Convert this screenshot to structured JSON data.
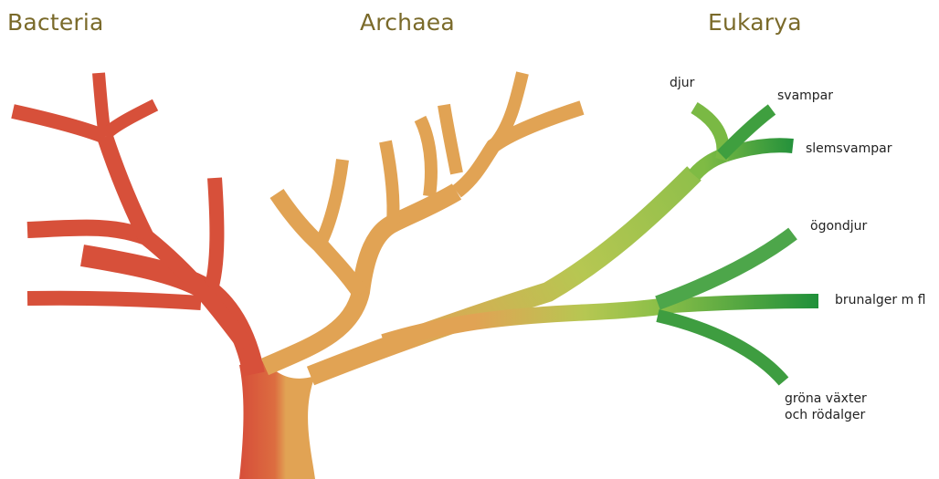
{
  "domains": {
    "bacteria": "Bacteria",
    "archaea": "Archaea",
    "eukarya": "Eukarya"
  },
  "leaves": {
    "djur": "djur",
    "svampar": "svampar",
    "slemsvampar": "slemsvampar",
    "ogondjur": "ögondjur",
    "brunalger": "brunalger m fl",
    "grona_line1": "gröna växter",
    "grona_line2": "och rödalger"
  },
  "colors": {
    "bacteria": "#d7503a",
    "archaea": "#e1a354",
    "eukarya_light": "#a8cc4c",
    "eukarya_dark": "#1d8f3a",
    "title_text": "#7a6a2a"
  }
}
